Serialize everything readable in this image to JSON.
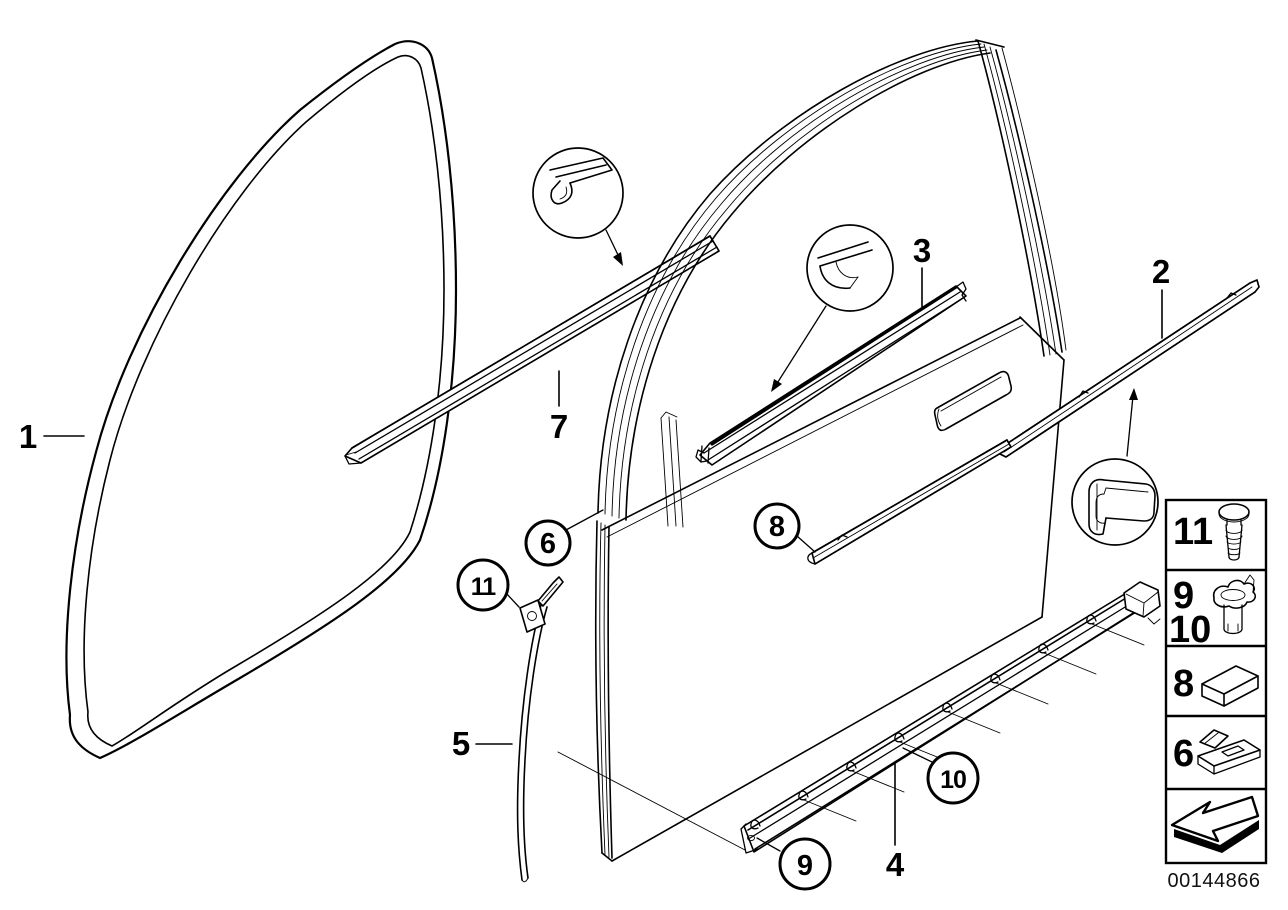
{
  "diagram": {
    "background_color": "#ffffff",
    "line_color": "#000000",
    "part_labels": {
      "p1": "1",
      "p2": "2",
      "p3": "3",
      "p4": "4",
      "p5": "5",
      "p7": "7"
    },
    "callout_circles": {
      "c6": "6",
      "c8": "8",
      "c9": "9",
      "c10": "10",
      "c11": "11"
    },
    "legend": {
      "l11": "11",
      "l9": "9",
      "l10": "10",
      "l8": "8",
      "l6": "6",
      "icons": [
        "screw-icon",
        "expanding-rivet-icon",
        "gasket-pad-icon",
        "clip-icon",
        "direction-arrow-icon"
      ]
    },
    "image_id": "00144866"
  }
}
